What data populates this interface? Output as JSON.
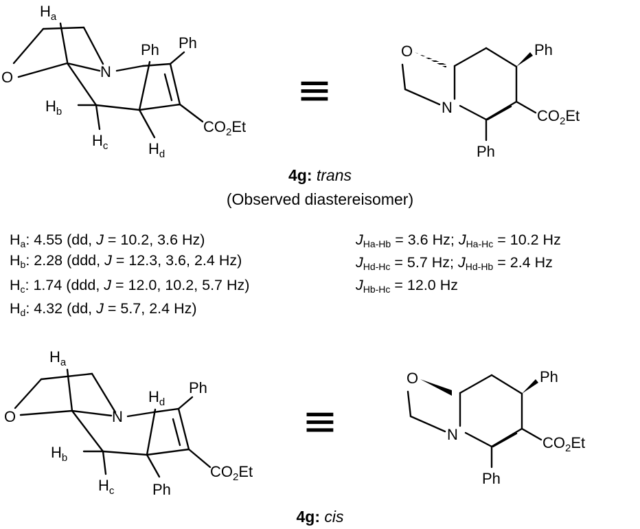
{
  "atoms": {
    "ha": "H",
    "ha_sub": "a",
    "hb": "H",
    "hb_sub": "b",
    "hc": "H",
    "hc_sub": "c",
    "hd": "H",
    "hd_sub": "d",
    "o": "O",
    "n": "N",
    "ph": "Ph",
    "co2et_a": "CO",
    "co2et_sub": "2",
    "co2et_b": "Et"
  },
  "trans": {
    "caption_bold": "4g:",
    "caption_italic": "trans",
    "note": "(Observed diastereisomer)"
  },
  "cis": {
    "caption_bold": "4g:",
    "caption_italic": "cis"
  },
  "equivalence_symbol": "≡",
  "nmr": {
    "shifts": [
      {
        "h": "H",
        "sub": "a",
        "pre": ": 4.55 (dd, ",
        "j": "J",
        "post": " = 10.2, 3.6 Hz)"
      },
      {
        "h": "H",
        "sub": "b",
        "pre": ": 2.28 (ddd, ",
        "j": "J",
        "post": " = 12.3, 3.6, 2.4 Hz)"
      },
      {
        "h": "H",
        "sub": "c",
        "pre": ": 1.74 (ddd, ",
        "j": "J",
        "post": " = 12.0, 10.2, 5.7 Hz)"
      },
      {
        "h": "H",
        "sub": "d",
        "pre": ": 4.32 (dd, ",
        "j": "J",
        "post": " = 5.7, 2.4 Hz)"
      }
    ],
    "couplings": [
      {
        "j1": "J",
        "s1": "Ha-Hb",
        "v1": " = 3.6 Hz; ",
        "j2": "J",
        "s2": "Ha-Hc",
        "v2": " = 10.2 Hz"
      },
      {
        "j1": "J",
        "s1": "Hd-Hc",
        "v1": " = 5.7 Hz; ",
        "j2": "J",
        "s2": "Hd-Hb",
        "v2": " = 2.4 Hz"
      },
      {
        "j1": "J",
        "s1": "Hb-Hc",
        "v1": " = 12.0 Hz"
      }
    ]
  }
}
